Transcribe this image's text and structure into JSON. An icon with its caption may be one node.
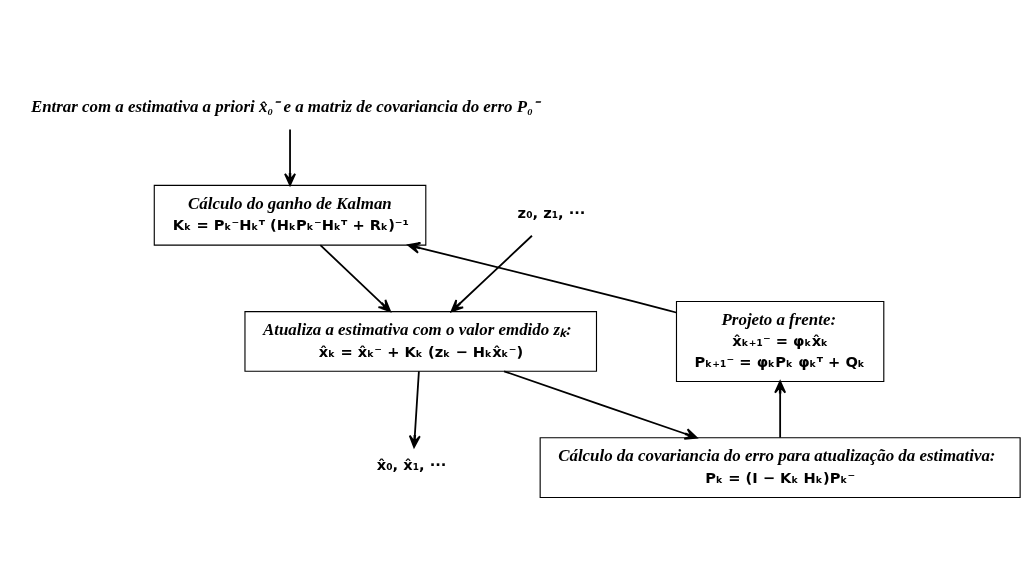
{
  "diagram": {
    "nodes": [
      {
        "text": [
          "Entrar com a estimativa a priori x̂₀⁻ e a matriz de covariancia do erro P₀⁻"
        ]
      },
      {
        "text": [
          "Cálculo do ganho de Kalman",
          "Kₖ = Pₖ⁻Hₖᵀ (HₖPₖ⁻Hₖᵀ + Rₖ)⁻¹"
        ]
      },
      {
        "text": [
          "z₀, z₁, ···"
        ]
      },
      {
        "text": [
          "Atualiza a estimativa com o valor emdido zₖ:",
          "x̂ₖ = x̂ₖ⁻ + Kₖ (zₖ − Hₖx̂ₖ⁻)"
        ]
      },
      {
        "text": [
          "x̂₀, x̂₁, ···"
        ]
      },
      {
        "text": [
          "Cálculo da covariancia do erro para atualização da estimativa:",
          "Pₖ = (I − Kₖ Hₖ)Pₖ⁻"
        ]
      },
      {
        "text": [
          "Projeto a frente:",
          "x̂ₖ₊₁⁻ = φₖx̂ₖ",
          "Pₖ₊₁⁻ = φₖPₖ φₖᵀ + Qₖ"
        ]
      }
    ],
    "edges": [
      {
        "from": 0,
        "to": 1,
        "arrow": "to"
      },
      {
        "from": 1,
        "to": 3,
        "arrow": "to"
      },
      {
        "from": 2,
        "to": 3,
        "arrow": "to"
      },
      {
        "from": 3,
        "to": 4,
        "arrow": "to"
      },
      {
        "from": 3,
        "to": 5,
        "arrow": "to"
      },
      {
        "from": 5,
        "to": 6,
        "arrow": "to"
      },
      {
        "from": 6,
        "to": 1,
        "arrow": "to"
      }
    ]
  }
}
